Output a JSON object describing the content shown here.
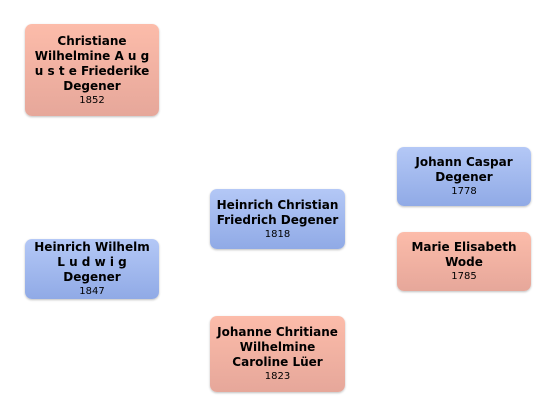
{
  "persons": {
    "christiane": {
      "name": "Christiane Wilhelmine A u g u s t e Friederike Degener",
      "year": "1852",
      "gender": "female"
    },
    "heinrich_wilhelm": {
      "name": "Heinrich Wilhelm L u d w i g Degener",
      "year": "1847",
      "gender": "male"
    },
    "heinrich_christian": {
      "name": "Heinrich Christian Friedrich Degener",
      "year": "1818",
      "gender": "male"
    },
    "johanne": {
      "name": "Johanne Chritiane Wilhelmine Caroline Lüer",
      "year": "1823",
      "gender": "female"
    },
    "johann_caspar": {
      "name": "Johann Caspar Degener",
      "year": "1778",
      "gender": "male"
    },
    "marie_elisabeth": {
      "name": "Marie Elisabeth Wode",
      "year": "1785",
      "gender": "female"
    }
  },
  "colors": {
    "female_top": "#fcbcaa",
    "female_bottom": "#e6a79a",
    "male_top": "#b4c8f6",
    "male_bottom": "#90aae6"
  }
}
